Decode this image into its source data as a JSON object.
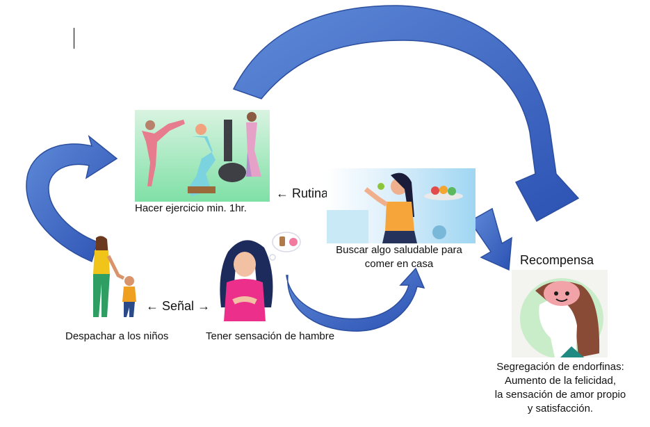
{
  "labels": {
    "exercise": "Hacer ejercicio min. 1hr.",
    "routine": "Rutina",
    "healthy": [
      "Buscar algo saludable para",
      "comer en casa"
    ],
    "reward_title": "Recompensa",
    "kids": "Despachar a los niños",
    "signal": "Señal",
    "hunger": "Tener sensación de hambre",
    "reward_desc": [
      "Segregación de endorfinas:",
      "Aumento de la felicidad,",
      "la sensación de amor propio",
      "y satisfacción."
    ]
  },
  "icons": {
    "left_arrow": "←",
    "right_arrow": "→"
  },
  "colors": {
    "arrow_light": "#5b84d6",
    "arrow_dark": "#2e55b5",
    "arrow_stroke": "#2b4e9e"
  }
}
